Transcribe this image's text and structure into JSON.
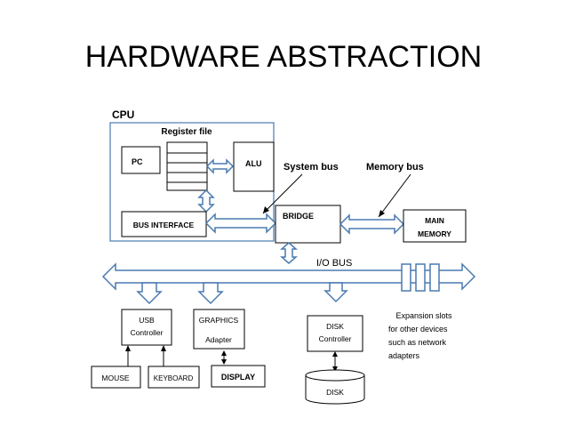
{
  "title": "HARDWARE ABSTRACTION",
  "cpu": {
    "label": "CPU",
    "register_file": "Register file",
    "pc": "PC",
    "alu": "ALU",
    "bus_interface": "BUS INTERFACE"
  },
  "system_bus": "System bus",
  "memory_bus": "Memory bus",
  "bridge": "BRIDGE",
  "main_memory": {
    "line1": "MAIN",
    "line2": "MEMORY"
  },
  "io_bus": "I/O BUS",
  "usb": {
    "line1": "USB",
    "line2": "Controller"
  },
  "graphics": {
    "line1": "GRAPHICS",
    "line2": "Adapter"
  },
  "disk_controller": {
    "line1": "DISK",
    "line2": "Controller"
  },
  "disk": "DISK",
  "mouse": "MOUSE",
  "keyboard": "KEYBOARD",
  "display": "DISPLAY",
  "expansion": {
    "line1": "Expansion slots",
    "line2": "for other devices",
    "line3": "such as  network",
    "line4": "adapters"
  },
  "colors": {
    "arrow_stroke": "#4a7ab0",
    "cpu_border": "#4a7ab0",
    "text": "#000000"
  }
}
